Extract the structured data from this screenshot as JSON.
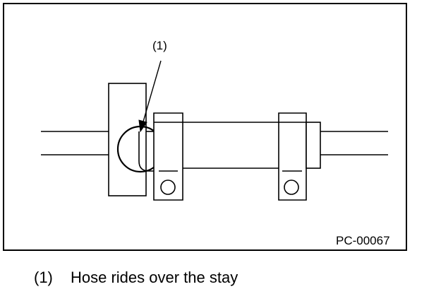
{
  "figure": {
    "callout_label": "(1)",
    "figure_code": "PC-00067"
  },
  "caption": {
    "number": "(1)",
    "text": "Hose rides over the stay"
  }
}
